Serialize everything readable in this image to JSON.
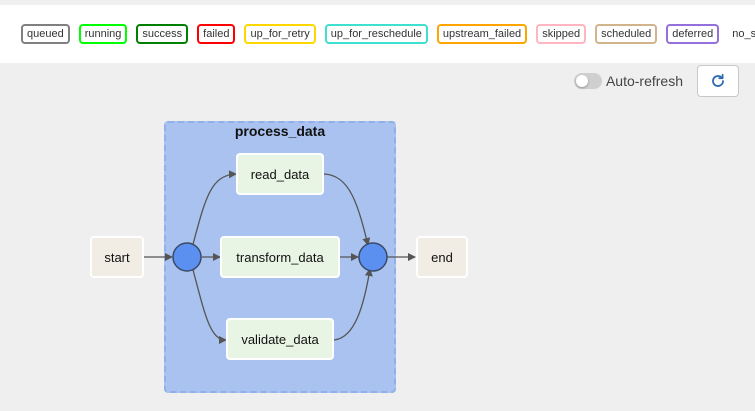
{
  "legend": {
    "items": [
      {
        "label": "queued",
        "color": "#808080"
      },
      {
        "label": "running",
        "color": "#00ff00"
      },
      {
        "label": "success",
        "color": "#008000"
      },
      {
        "label": "failed",
        "color": "#ff0000"
      },
      {
        "label": "up_for_retry",
        "color": "#ffd700"
      },
      {
        "label": "up_for_reschedule",
        "color": "#40e0d0"
      },
      {
        "label": "upstream_failed",
        "color": "#ffa500"
      },
      {
        "label": "skipped",
        "color": "#ffb6c1"
      },
      {
        "label": "scheduled",
        "color": "#d2b48c"
      },
      {
        "label": "deferred",
        "color": "#9370db"
      },
      {
        "label": "no_status",
        "color": ""
      }
    ]
  },
  "toolbar": {
    "auto_refresh_label": "Auto-refresh",
    "auto_refresh_on": false,
    "refresh_icon": "refresh-icon"
  },
  "graph": {
    "group_label": "process_data",
    "colors": {
      "group_fill": "#a9c2ef",
      "join_node": "#5b8ff0",
      "task_fill": "#e9f5e4",
      "ext_fill": "#f1ede4",
      "edge": "#555555"
    },
    "nodes": {
      "start": "start",
      "read_data": "read_data",
      "transform_data": "transform_data",
      "validate_data": "validate_data",
      "end": "end"
    }
  }
}
